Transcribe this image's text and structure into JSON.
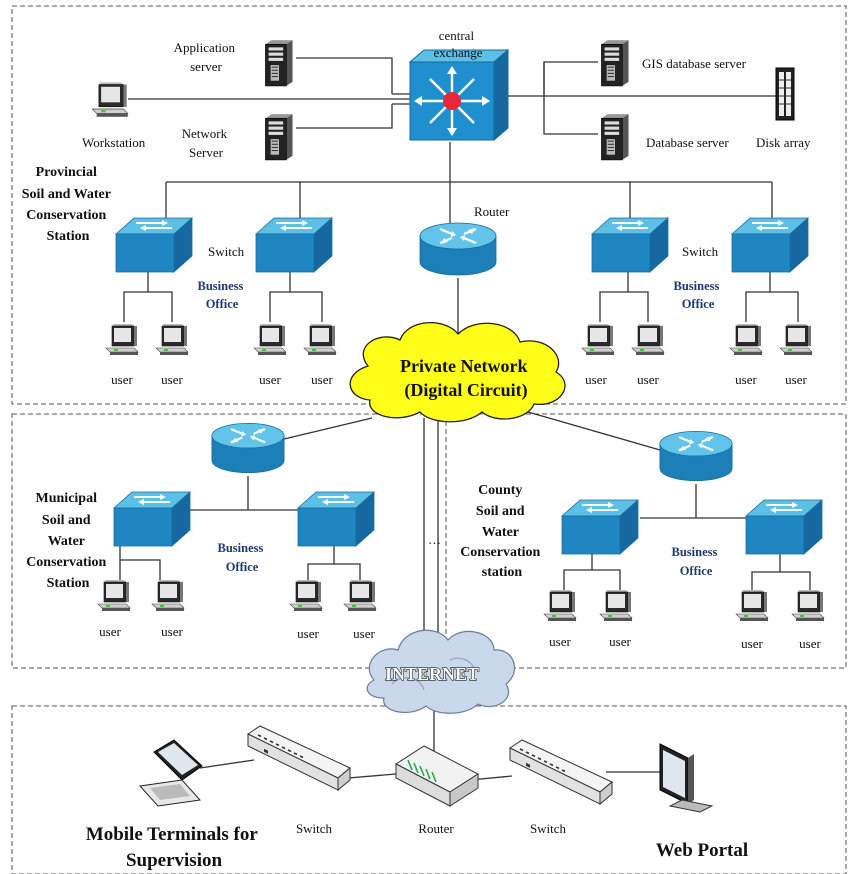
{
  "provincial": {
    "title_lines": [
      "Provincial",
      "Soil and  Water",
      "Conservation",
      "Station"
    ],
    "application_server_lines": [
      "Application",
      "server"
    ],
    "network_server_lines": [
      "Network",
      "Server"
    ],
    "workstation": "Workstation",
    "central_exchange_lines": [
      "central",
      "exchange"
    ],
    "gis_server": "GIS database server",
    "database_server": "Database server",
    "disk_array": "Disk array",
    "router": "Router",
    "switch_left": "Switch",
    "switch_right": "Switch",
    "business_office_left_lines": [
      "Business",
      "Office"
    ],
    "business_office_right_lines": [
      "Business",
      "Office"
    ],
    "users": [
      "user",
      "user",
      "user",
      "user",
      "user",
      "user",
      "user",
      "user"
    ]
  },
  "private_network_lines": [
    "Private Network",
    "(Digital Circuit)"
  ],
  "municipal": {
    "title_lines": [
      "Municipal",
      "Soil and",
      "Water",
      "Conservation",
      "Station"
    ],
    "business_office_lines": [
      "Business",
      "Office"
    ],
    "users": [
      "user",
      "user",
      "user",
      "user"
    ]
  },
  "ellipsis": "…",
  "county": {
    "title_lines": [
      "County",
      "Soil and",
      "Water",
      "Conservation",
      "station"
    ],
    "business_office_lines": [
      "Business",
      "Office"
    ],
    "users": [
      "user",
      "user",
      "user",
      "user"
    ]
  },
  "internet": "INTERNET",
  "bottom": {
    "switch_left": "Switch",
    "router": "Router",
    "switch_right": "Switch",
    "mobile_lines": [
      "Mobile Terminals for",
      "Supervision"
    ],
    "web_portal": "Web Portal"
  },
  "colors": {
    "switch_top": "#5bbfe6",
    "switch_side": "#1f86c2",
    "router_top": "#62c4ea",
    "router_side": "#1d7fb8",
    "hub": "#1f8fd0",
    "hub_center": "#e8283a",
    "cloud": "#ffff1a",
    "blue_text": "#1f3a70"
  }
}
